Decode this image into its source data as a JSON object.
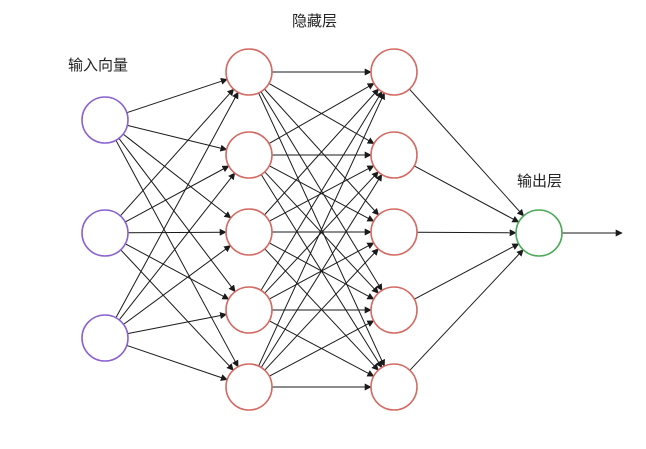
{
  "labels": {
    "input": "输入向量",
    "hidden": "隐藏层",
    "output": "输出层"
  },
  "network": {
    "layers": [
      {
        "name": "input",
        "nodes": 3
      },
      {
        "name": "hidden-1",
        "nodes": 5
      },
      {
        "name": "hidden-2",
        "nodes": 5
      },
      {
        "name": "output",
        "nodes": 1
      }
    ],
    "connectivity": "fully-connected",
    "output_arrow": true
  },
  "colors": {
    "input_node": "#8a63cf",
    "hidden_node": "#d36b63",
    "output_node": "#4caa5a",
    "edge": "#1a1a1a",
    "text": "#222222"
  }
}
